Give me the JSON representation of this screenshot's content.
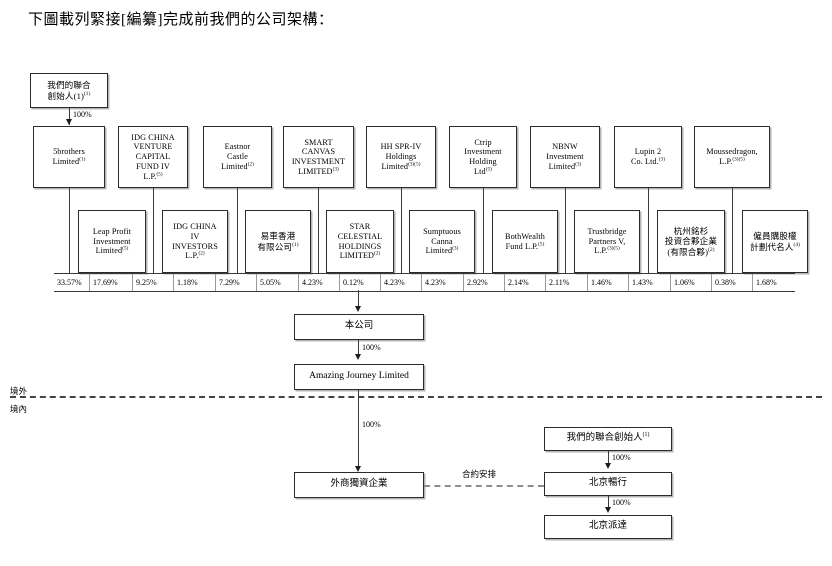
{
  "heading": "下圖載列緊接[編纂]完成前我們的公司架構：",
  "founder_top": {
    "label": "我們的聯合\n創始人(1)",
    "ownership": "100%"
  },
  "tier1": [
    {
      "name": "5brothers\nLimited",
      "note": "(1)"
    },
    {
      "name": "IDG CHINA\nVENTURE\nCAPITAL\nFUND IV\nL.P.",
      "note": "(5)"
    },
    {
      "name": "Eastnor\nCastle\nLimited",
      "note": "(2)"
    },
    {
      "name": "SMART\nCANVAS\nINVESTMENT\nLIMITED",
      "note": "(3)"
    },
    {
      "name": "HH SPR-IV\nHoldings\nLimited",
      "note": "(3)(5)"
    },
    {
      "name": "Ctrip\nInvestment\nHolding\nLtd",
      "note": "(5)"
    },
    {
      "name": "NBNW\nInvestment\nLimited",
      "note": "(3)"
    },
    {
      "name": "Lupin 2\nCo. Ltd.",
      "note": "(3)"
    },
    {
      "name": "Moussedragon,\nL.P.",
      "note": "(3)(5)"
    }
  ],
  "tier2": [
    {
      "name": "Leap Profit\nInvestment\nLimited",
      "note": "(5)"
    },
    {
      "name": "IDG CHINA\nIV\nINVESTORS\nL.P.",
      "note": "(2)"
    },
    {
      "name": "易車香港\n有限公司",
      "note": "(1)",
      "cjk": true
    },
    {
      "name": "STAR\nCELESTIAL\nHOLDINGS\nLIMITED",
      "note": "(2)"
    },
    {
      "name": "Sumptuous\nCanna\nLimited",
      "note": "(3)"
    },
    {
      "name": "BothWealth\nFund L.P.",
      "note": "(5)"
    },
    {
      "name": "Trustbridge\nPartners V,\nL.P.",
      "note": "(3)(5)"
    },
    {
      "name": "杭州銘杉\n投資合夥企業\n(有限合夥)",
      "note": "(2)",
      "cjk": true
    },
    {
      "name": "僱員購股權\n計劃代名人",
      "note": "(4)",
      "cjk": true
    }
  ],
  "percentages": [
    "33.57%",
    "17.69%",
    "9.25%",
    "1.18%",
    "7.29%",
    "5.05%",
    "4.23%",
    "0.12%",
    "4.23%",
    "4.23%",
    "2.92%",
    "2.14%",
    "2.11%",
    "1.46%",
    "1.43%",
    "1.06%",
    "0.38%",
    "1.68%"
  ],
  "company_box": {
    "label": "本公司"
  },
  "company_to_amazing_pct": "100%",
  "amazing_box": {
    "label": "Amazing Journey Limited"
  },
  "divider": {
    "offshore": "境外",
    "onshore": "境內"
  },
  "amazing_to_wfoe_pct": "100%",
  "wfoe_box": {
    "label": "外商獨資企業"
  },
  "contractual_arrangement": "合約安排",
  "founder_bottom": {
    "label": "我們的聯合創始人",
    "note": "(1)"
  },
  "founder_to_beijing_pct": "100%",
  "beijing_changxing": {
    "label": "北京暢行"
  },
  "beijing_to_paida_pct": "100%",
  "beijing_paida": {
    "label": "北京派達"
  }
}
